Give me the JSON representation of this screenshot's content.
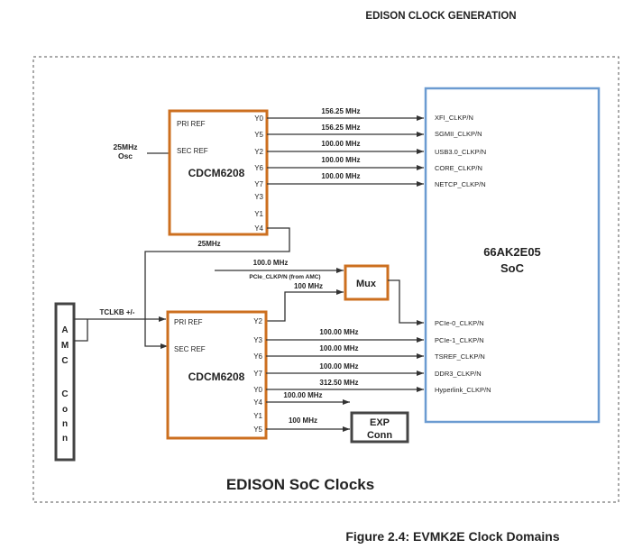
{
  "header": {
    "title": "EDISON  CLOCK GENERATION"
  },
  "colors": {
    "pll_border": "#cc6f1f",
    "soc_border": "#6b9bd1",
    "connector_border": "#444444",
    "line": "#333333"
  },
  "oscillator": {
    "line1": "25MHz",
    "line2": "Osc"
  },
  "top_pll": {
    "name": "CDCM6208",
    "pri_ref": "PRI REF",
    "sec_ref": "SEC REF",
    "outputs": [
      "Y0",
      "Y5",
      "Y2",
      "Y6",
      "Y7",
      "Y3",
      "Y1",
      "Y4"
    ],
    "freqs": [
      "156.25 MHz",
      "156.25 MHz",
      "100.00 MHz",
      "100.00 MHz",
      "100.00 MHz"
    ],
    "y4_freq": "25MHz"
  },
  "soc": {
    "name": "66AK2E05",
    "sub": "SoC",
    "inputs_top": [
      "XFI_CLKP/N",
      "SGMII_CLKP/N",
      "USB3.0_CLKP/N",
      "CORE_CLKP/N",
      "NETCP_CLKP/N"
    ],
    "inputs_bottom": [
      "PCIe-0_CLKP/N",
      "PCIe-1_CLKP/N",
      "TSREF_CLKP/N",
      "DDR3_CLKP/N",
      "Hyperlink_CLKP/N"
    ]
  },
  "mux": {
    "label": "Mux",
    "amc_freq": "100.0 MHz",
    "amc_signal": "PCIe_CLKP/N (from AMC)",
    "y2_freq": "100 MHz"
  },
  "bottom_pll": {
    "name": "CDCM6208",
    "pri_ref": "PRI REF",
    "sec_ref": "SEC REF",
    "outputs": [
      "Y2",
      "Y3",
      "Y6",
      "Y7",
      "Y0",
      "Y4",
      "Y1",
      "Y5"
    ],
    "freqs": [
      "100.00 MHz",
      "100.00 MHz",
      "100.00 MHz",
      "312.50 MHz"
    ],
    "y4_freq": "100.00 MHz",
    "y5_freq": "100 MHz"
  },
  "amc": {
    "letters": [
      "A",
      "M",
      "C",
      "C",
      "o",
      "n",
      "n"
    ],
    "signal": "TCLKB +/-"
  },
  "exp": {
    "line1": "EXP",
    "line2": "Conn"
  },
  "section_title": "EDISON SoC Clocks",
  "caption": "Figure 2.4: EVMK2E Clock Domains"
}
